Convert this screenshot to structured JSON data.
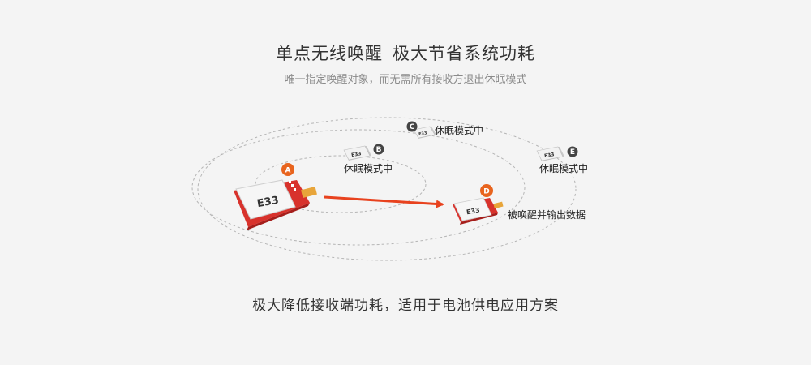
{
  "heading": {
    "part1": "单点无线唤醒",
    "part2": "极大节省系统功耗",
    "subtitle": "唯一指定唤醒对象，而无需所有接收方退出休眠模式"
  },
  "modules": {
    "A": {
      "badge": "A",
      "chip": "E33",
      "color": "#e8641e"
    },
    "B": {
      "badge": "B",
      "chip": "E33",
      "label": "休眠模式中",
      "color": "#444444"
    },
    "C": {
      "badge": "C",
      "chip": "E33",
      "label": "休眠模式中",
      "color": "#444444"
    },
    "D": {
      "badge": "D",
      "chip": "E33",
      "label": "被唤醒并输出数据",
      "color": "#e8641e"
    },
    "E": {
      "badge": "E",
      "chip": "E33",
      "label": "休眠模式中",
      "color": "#444444"
    }
  },
  "colors": {
    "arrow": "#e8421e",
    "ring": "#b5b5b5",
    "active_board": "#d8322c"
  },
  "footer": "极大降低接收端功耗，适用于电池供电应用方案"
}
